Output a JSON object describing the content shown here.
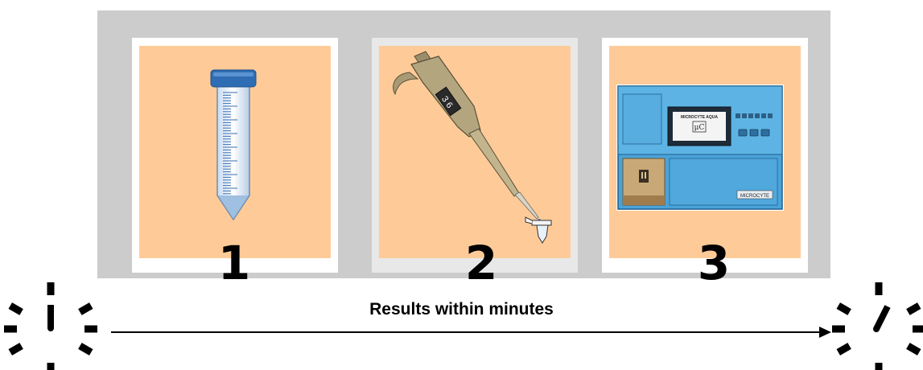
{
  "steps": [
    {
      "number": "1",
      "icon": "conical-tube-icon"
    },
    {
      "number": "2",
      "icon": "pipette-icon"
    },
    {
      "number": "3",
      "icon": "microcyte-instrument-icon"
    }
  ],
  "timeline": {
    "caption": "Results within minutes",
    "start_icon": "clock-start-icon",
    "end_icon": "clock-end-icon"
  },
  "pipette": {
    "display": "3 6"
  },
  "instrument": {
    "screen_title": "MICROCYTE AQUA",
    "screen_mark": "μC",
    "brand_label": "MICROCYTE"
  },
  "colors": {
    "panel_gray": "#cccccc",
    "card_fill": "#fecb98",
    "tube_cap": "#2e6db3",
    "instrument_body": "#4aa3d8"
  }
}
